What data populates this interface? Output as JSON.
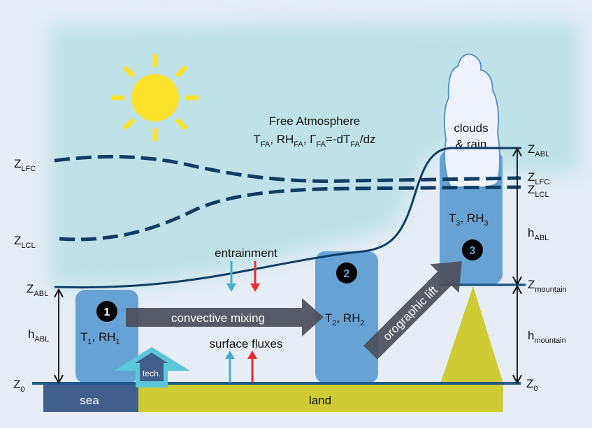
{
  "title": "Free Atmosphere",
  "fa_vars": {
    "T": "T",
    "T_sub": "FA",
    "RH": ", RH",
    "RH_sub": "FA",
    "G": ", Γ",
    "G_sub": "FA",
    "eq": "=-dT",
    "eq_sub": "FA",
    "tail": "/dz"
  },
  "left_labels": {
    "z_lfc": {
      "main": "Z",
      "sub": "LFC"
    },
    "z_lcl": {
      "main": "Z",
      "sub": "LCL"
    },
    "z_abl": {
      "main": "Z",
      "sub": "ABL"
    },
    "h_abl": {
      "main": "h",
      "sub": "ABL"
    },
    "z0": {
      "main": "Z",
      "sub": "0"
    }
  },
  "right_labels": {
    "z_abl": {
      "main": "Z",
      "sub": "ABL"
    },
    "z_lfc": {
      "main": "Z",
      "sub": "LFC"
    },
    "z_lcl": {
      "main": "Z",
      "sub": "LCL"
    },
    "h_abl": {
      "main": "h",
      "sub": "ABL"
    },
    "z_mountain": {
      "main": "Z",
      "sub": "mountain"
    },
    "h_mountain": {
      "main": "h",
      "sub": "mountain"
    },
    "z0": {
      "main": "Z",
      "sub": "0"
    }
  },
  "columns": [
    {
      "number": "1",
      "T": "T",
      "T_sub": "1",
      "RH": ", RH",
      "RH_sub": "1"
    },
    {
      "number": "2",
      "T": "T",
      "T_sub": "2",
      "RH": ", RH",
      "RH_sub": "2"
    },
    {
      "number": "3",
      "T": "T",
      "T_sub": "3",
      "RH": ", RH",
      "RH_sub": "3"
    }
  ],
  "processes": {
    "entrainment": "entrainment",
    "convective_mixing": "convective mixing",
    "surface_fluxes": "surface fluxes",
    "orographic_lift": "orographic lift",
    "tech": "tech.",
    "clouds_line1": "clouds",
    "clouds_line2": "& rain"
  },
  "surfaces": {
    "sea": "sea",
    "land": "land"
  },
  "colors": {
    "sky": "#bfe2e8",
    "sun": "#fce22a",
    "column": "#67a2d4",
    "line": "#0f3d66",
    "sea": "#415f8c",
    "land": "#cfcb35",
    "arrow": "#4b4e5a",
    "cyan": "#3eb1c8",
    "red": "#ee2b2b"
  }
}
